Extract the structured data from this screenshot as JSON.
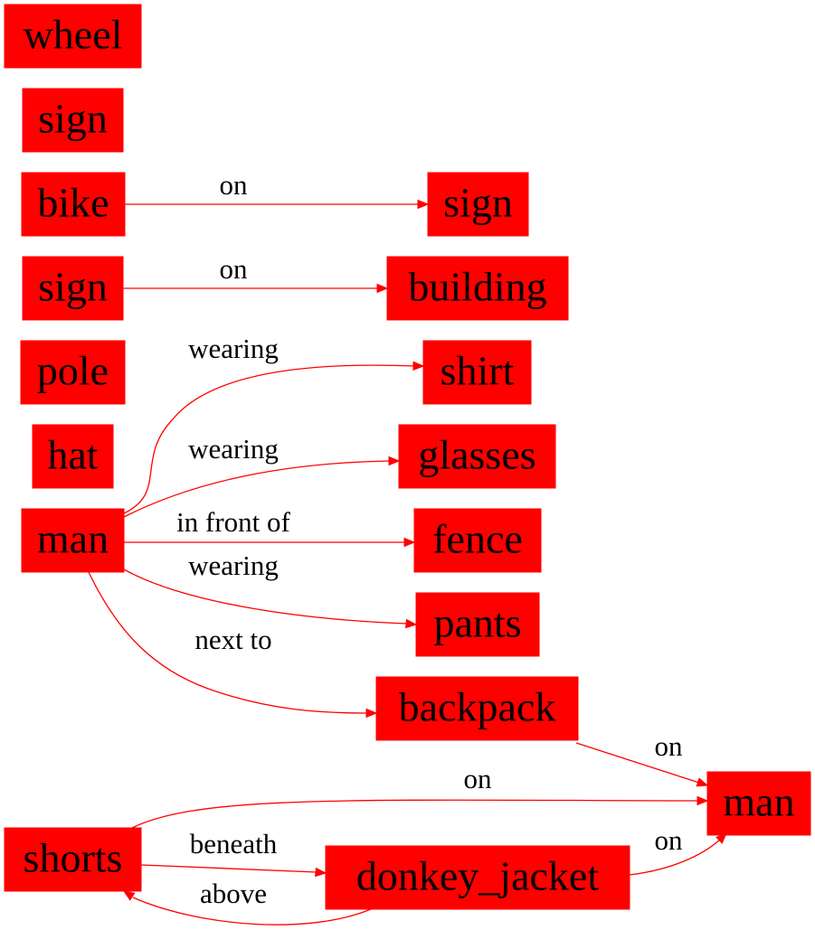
{
  "colors": {
    "node_fill": "#ff0000",
    "edge": "#ff0000",
    "text": "#000000",
    "background": "#ffffff"
  },
  "nodes": [
    {
      "id": "wheel",
      "label": "wheel"
    },
    {
      "id": "sign1",
      "label": "sign"
    },
    {
      "id": "bike",
      "label": "bike"
    },
    {
      "id": "sign2",
      "label": "sign"
    },
    {
      "id": "pole",
      "label": "pole"
    },
    {
      "id": "hat",
      "label": "hat"
    },
    {
      "id": "man1",
      "label": "man"
    },
    {
      "id": "shorts",
      "label": "shorts"
    },
    {
      "id": "sign3",
      "label": "sign"
    },
    {
      "id": "building",
      "label": "building"
    },
    {
      "id": "shirt",
      "label": "shirt"
    },
    {
      "id": "glasses",
      "label": "glasses"
    },
    {
      "id": "fence",
      "label": "fence"
    },
    {
      "id": "pants",
      "label": "pants"
    },
    {
      "id": "backpack",
      "label": "backpack"
    },
    {
      "id": "donkey_jacket",
      "label": "donkey_jacket"
    },
    {
      "id": "man2",
      "label": "man"
    }
  ],
  "edges": [
    {
      "from": "bike",
      "to": "sign3",
      "label": "on"
    },
    {
      "from": "sign2",
      "to": "building",
      "label": "on"
    },
    {
      "from": "man1",
      "to": "shirt",
      "label": "wearing"
    },
    {
      "from": "man1",
      "to": "glasses",
      "label": "wearing"
    },
    {
      "from": "man1",
      "to": "fence",
      "label": "in front of"
    },
    {
      "from": "man1",
      "to": "pants",
      "label": "wearing"
    },
    {
      "from": "man1",
      "to": "backpack",
      "label": "next to"
    },
    {
      "from": "backpack",
      "to": "man2",
      "label": "on"
    },
    {
      "from": "shorts",
      "to": "man2",
      "label": "on"
    },
    {
      "from": "shorts",
      "to": "donkey_jacket",
      "label": "beneath"
    },
    {
      "from": "donkey_jacket",
      "to": "shorts",
      "label": "above"
    },
    {
      "from": "donkey_jacket",
      "to": "man2",
      "label": "on"
    }
  ]
}
